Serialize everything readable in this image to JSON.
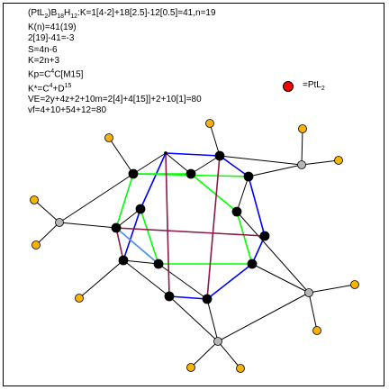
{
  "formulas": [
    "(PtL2)B18H12:K=1[4-2]+18[2.5]-12[0.5]=41,n=19",
    "K(n)=41(19)",
    "2[19]-41=-3",
    "S=4n-6",
    "K=2n+3",
    "Kp=C4C[M15]",
    "K*=C4+D15",
    "VE=2y+4z+2+10m=2[4]+4[15]]+2+10[1]=80",
    "vf=4+10+54+12=80"
  ],
  "legend": {
    "label": "=PtL2"
  },
  "colors": {
    "black": "#000000",
    "blue": "#0000ff",
    "green": "#00ff00",
    "maroon": "#8b1a4a",
    "light_blue": "#5a8cff",
    "gold": "#f4b400",
    "gray": "#b5b5b5",
    "red": "#ff0000"
  }
}
